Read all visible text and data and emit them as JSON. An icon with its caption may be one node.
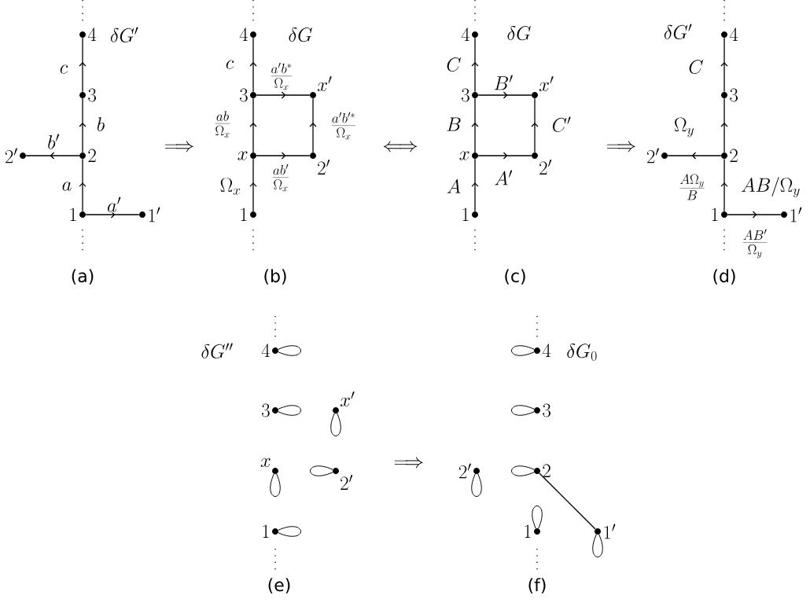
{
  "diagram": {
    "nodes": [
      {
        "text": [],
        "shape": "circle",
        "beside": [
          "4"
        ]
      },
      {
        "text": [],
        "shape": "circle",
        "beside": [
          "3"
        ]
      },
      {
        "text": [],
        "shape": "circle",
        "beside": [
          "2'"
        ]
      },
      {
        "text": [],
        "shape": "circle",
        "beside": [
          "2"
        ]
      },
      {
        "text": [],
        "shape": "circle",
        "beside": [
          "1"
        ]
      },
      {
        "text": [],
        "shape": "circle",
        "beside": [
          "1'"
        ]
      },
      {
        "text": [],
        "shape": "circle",
        "beside": [
          "4"
        ]
      },
      {
        "text": [],
        "shape": "circle",
        "beside": [
          "3"
        ]
      },
      {
        "text": [],
        "shape": "circle",
        "beside": [
          "x'"
        ]
      },
      {
        "text": [],
        "shape": "circle",
        "beside": [
          "x"
        ]
      },
      {
        "text": [],
        "shape": "circle",
        "beside": [
          "2'"
        ]
      },
      {
        "text": [],
        "shape": "circle",
        "beside": [
          "1"
        ]
      },
      {
        "text": [],
        "shape": "circle",
        "beside": [
          "4"
        ]
      },
      {
        "text": [],
        "shape": "circle",
        "beside": [
          "3"
        ]
      },
      {
        "text": [],
        "shape": "circle",
        "beside": [
          "x'"
        ]
      },
      {
        "text": [],
        "shape": "circle",
        "beside": [
          "x"
        ]
      },
      {
        "text": [],
        "shape": "circle",
        "beside": [
          "2'"
        ]
      },
      {
        "text": [],
        "shape": "circle",
        "beside": [
          "1"
        ]
      },
      {
        "text": [],
        "shape": "circle",
        "beside": [
          "4"
        ]
      },
      {
        "text": [],
        "shape": "circle",
        "beside": [
          "3"
        ]
      },
      {
        "text": [],
        "shape": "circle",
        "beside": [
          "2'"
        ]
      },
      {
        "text": [],
        "shape": "circle",
        "beside": [
          "2"
        ]
      },
      {
        "text": [],
        "shape": "circle",
        "beside": [
          "1"
        ]
      },
      {
        "text": [],
        "shape": "circle",
        "beside": [
          "1'"
        ]
      },
      {
        "text": [],
        "shape": "circle",
        "beside": [
          "4"
        ]
      },
      {
        "text": [],
        "shape": "circle",
        "beside": [
          "3"
        ]
      },
      {
        "text": [],
        "shape": "circle",
        "beside": [
          "x'"
        ]
      },
      {
        "text": [],
        "shape": "circle",
        "beside": [
          "x"
        ]
      },
      {
        "text": [],
        "shape": "circle",
        "beside": [
          "2'"
        ]
      },
      {
        "text": [],
        "shape": "circle",
        "beside": [
          "1"
        ]
      },
      {
        "text": [],
        "shape": "circle",
        "beside": [
          "4"
        ]
      },
      {
        "text": [],
        "shape": "circle",
        "beside": [
          "3"
        ]
      },
      {
        "text": [],
        "shape": "circle",
        "beside": [
          "2'"
        ]
      },
      {
        "text": [],
        "shape": "circle",
        "beside": [
          "2"
        ]
      },
      {
        "text": [],
        "shape": "circle",
        "beside": [
          "1"
        ]
      },
      {
        "text": [],
        "shape": "circle",
        "beside": [
          "1'"
        ]
      }
    ],
    "edges": [
      {
        "from": 4,
        "to": 3,
        "arrow": "to",
        "label": "a"
      },
      {
        "from": 3,
        "to": 1,
        "arrow": "to",
        "label": "b"
      },
      {
        "from": 1,
        "to": 0,
        "arrow": "to",
        "label": "c"
      },
      {
        "from": 3,
        "to": 2,
        "arrow": "to",
        "label": "b'"
      },
      {
        "from": 4,
        "to": 5,
        "arrow": "to",
        "label": "a'"
      },
      {
        "from": 11,
        "to": 9,
        "arrow": "to",
        "label": "\\Omega_x"
      },
      {
        "from": 9,
        "to": 7,
        "arrow": "to",
        "label": "\\frac{ab}{\\Omega_x}"
      },
      {
        "from": 7,
        "to": 6,
        "arrow": "to",
        "label": "c"
      },
      {
        "from": 7,
        "to": 8,
        "arrow": "to",
        "label": "\\frac{a'b^*}{\\Omega_x}"
      },
      {
        "from": 9,
        "to": 10,
        "arrow": "to",
        "label": "\\frac{ab'}{\\Omega_x}"
      },
      {
        "from": 10,
        "to": 8,
        "arrow": "to",
        "label": "\\frac{a'b'^*}{\\Omega_x}"
      },
      {
        "from": 17,
        "to": 15,
        "arrow": "to",
        "label": "A"
      },
      {
        "from": 15,
        "to": 13,
        "arrow": "to",
        "label": "B"
      },
      {
        "from": 13,
        "to": 12,
        "arrow": "to",
        "label": "C"
      },
      {
        "from": 13,
        "to": 14,
        "arrow": "to",
        "label": "B'"
      },
      {
        "from": 15,
        "to": 16,
        "arrow": "to",
        "label": "A'"
      },
      {
        "from": 16,
        "to": 14,
        "arrow": "to",
        "label": "C'"
      },
      {
        "from": 22,
        "to": 21,
        "arrow": "to",
        "label": "AB/\\Omega_y"
      },
      {
        "from": 21,
        "to": 19,
        "arrow": "to",
        "label": "\\Omega_y"
      },
      {
        "from": 19,
        "to": 18,
        "arrow": "to",
        "label": "C"
      },
      {
        "from": 21,
        "to": 20,
        "arrow": "to",
        "label": "\\frac{A\\Omega_y}{B}"
      },
      {
        "from": 22,
        "to": 23,
        "arrow": "to",
        "label": "\\frac{AB'}{\\Omega_y}"
      },
      {
        "from": 24,
        "to": 24,
        "arrow": "none"
      },
      {
        "from": 25,
        "to": 25,
        "arrow": "none"
      },
      {
        "from": 26,
        "to": 26,
        "arrow": "none"
      },
      {
        "from": 27,
        "to": 27,
        "arrow": "none"
      },
      {
        "from": 28,
        "to": 28,
        "arrow": "none"
      },
      {
        "from": 29,
        "to": 29,
        "arrow": "none"
      },
      {
        "from": 30,
        "to": 30,
        "arrow": "none"
      },
      {
        "from": 31,
        "to": 31,
        "arrow": "none"
      },
      {
        "from": 32,
        "to": 32,
        "arrow": "none"
      },
      {
        "from": 33,
        "to": 33,
        "arrow": "none"
      },
      {
        "from": 33,
        "to": 35,
        "arrow": "none"
      },
      {
        "from": 34,
        "to": 34,
        "arrow": "none"
      },
      {
        "from": 35,
        "to": 35,
        "arrow": "none"
      }
    ],
    "labels": [
      "\\delta G'",
      "\\delta G",
      "\\delta G",
      "\\delta G'",
      "\\Longrightarrow",
      "\\Longleftrightarrow",
      "\\Longrightarrow",
      "(a)",
      "(b)",
      "(c)",
      "(d)",
      "\\delta G''",
      "\\Longrightarrow",
      "\\delta G_0",
      "(e)",
      "(f)"
    ]
  }
}
